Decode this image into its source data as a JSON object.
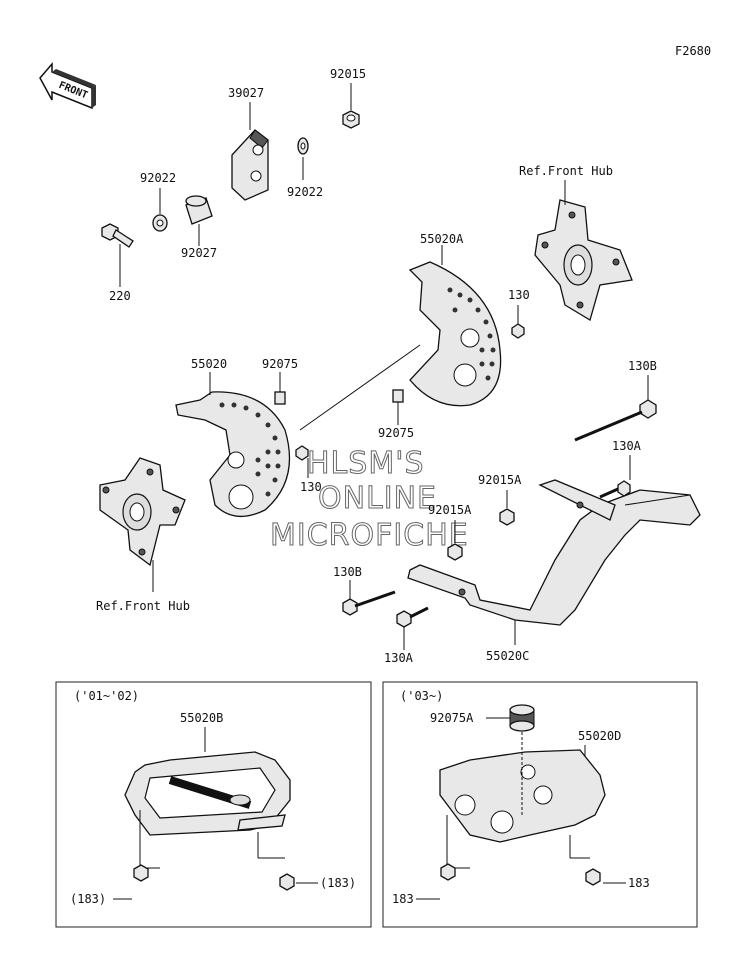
{
  "figure_code": "F2680",
  "direction_label": "FRONT",
  "watermark": [
    "HLSM'S",
    "ONLINE",
    "MICROFICHE"
  ],
  "labels": {
    "p92015": "92015",
    "p39027": "39027",
    "p92022a": "92022",
    "p92022b": "92022",
    "p92027": "92027",
    "p220": "220",
    "refhub_top": "Ref.Front Hub",
    "p55020A": "55020A",
    "p130_top": "130",
    "p55020": "55020",
    "p92075_left": "92075",
    "p92075_mid": "92075",
    "p130_mid": "130",
    "p130B_right": "130B",
    "p130A_right": "130A",
    "p92015A_a": "92015A",
    "p92015A_b": "92015A",
    "refhub_bottom": "Ref.Front Hub",
    "p130B_left": "130B",
    "p130A_bottom": "130A",
    "p55020C": "55020C"
  },
  "inset_left": {
    "years": "('01~'02)",
    "part": "55020B",
    "bolt_left": "(183)",
    "bolt_right": "(183)"
  },
  "inset_right": {
    "years": "('03~)",
    "part_a": "92075A",
    "part_b": "55020D",
    "bolt_left": "183",
    "bolt_right": "183"
  }
}
